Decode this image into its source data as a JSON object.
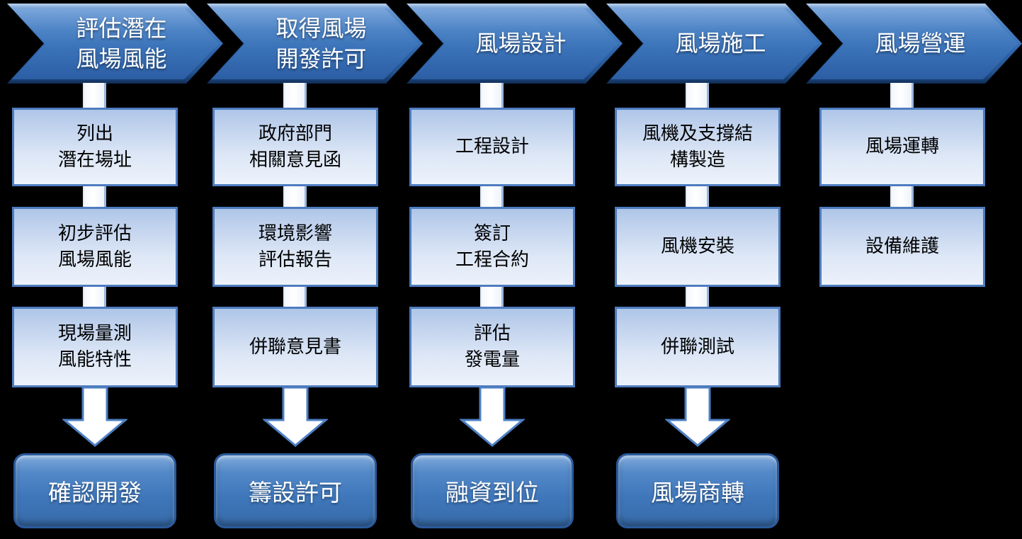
{
  "colors": {
    "background": "#000000",
    "chevron_body": "#3b73b9",
    "chevron_dark_edge": "#173c6e",
    "step_border": "#4e7cc0",
    "step_fill_top": "#aec6e8",
    "step_fill_bottom": "#edf2fb",
    "connector_fill": "#ffffff",
    "connector_edge": "#9cb7dd",
    "arrow_fill": "#ffffff",
    "arrow_stroke": "#4e80c4",
    "milestone_fill": "#3f77bb",
    "milestone_border": "#2a5a9c",
    "header_text": "#ffffff",
    "step_text": "#000000"
  },
  "columns": [
    {
      "header": "評估潛在\n風場風能",
      "steps": [
        "列出\n潛在場址",
        "初步評估\n風場風能",
        "現場量測\n風能特性"
      ],
      "result": "確認開發"
    },
    {
      "header": "取得風場\n開發許可",
      "steps": [
        "政府部門\n相關意見函",
        "環境影響\n評估報告",
        "併聯意見書"
      ],
      "result": "籌設許可"
    },
    {
      "header": "風場設計",
      "steps": [
        "工程設計",
        "簽訂\n工程合約",
        "評估\n發電量"
      ],
      "result": "融資到位"
    },
    {
      "header": "風場施工",
      "steps": [
        "風機及支撐結\n構製造",
        "風機安裝",
        "併聯測試"
      ],
      "result": "風場商轉"
    },
    {
      "header": "風場營運",
      "steps": [
        "風場運轉",
        "設備維護"
      ]
    }
  ]
}
